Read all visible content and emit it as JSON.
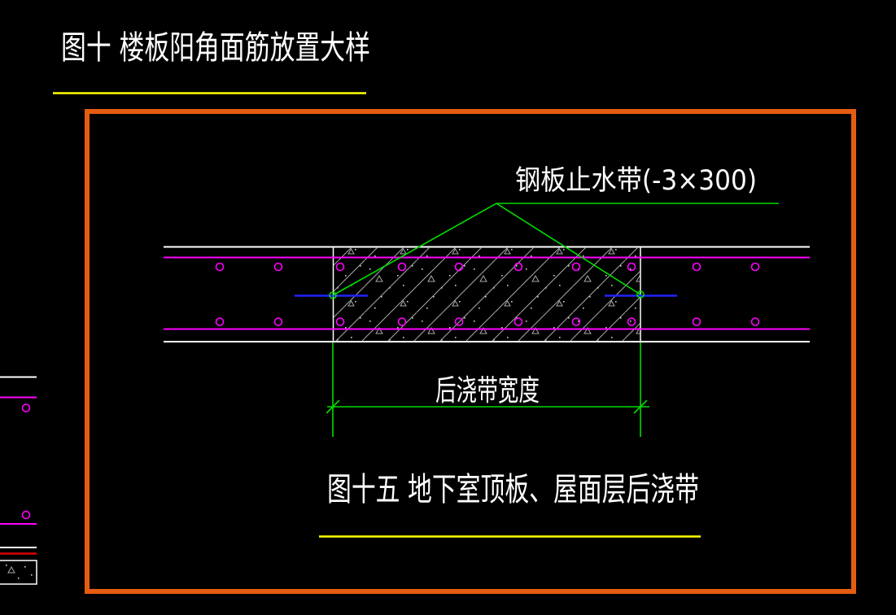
{
  "titles": {
    "top_figure_title": "图十  楼板阳角面筋放置大样",
    "bottom_figure_caption": "图十五  地下室顶板、屋面层后浇带"
  },
  "drawing": {
    "leader_label": "钢板止水带(-3×300)",
    "dimension_label": "后浇带宽度"
  },
  "colors": {
    "background": "#000000",
    "border_orange": "#e55d11",
    "rebar_magenta": "#ff00ff",
    "leader_green": "#00dc00",
    "waterstop_blue": "#2222ff",
    "underline_yellow": "#ffff00",
    "line_white": "#ffffff",
    "accent_red": "#dd0000",
    "hatch_gray": "#a8a8a8"
  }
}
